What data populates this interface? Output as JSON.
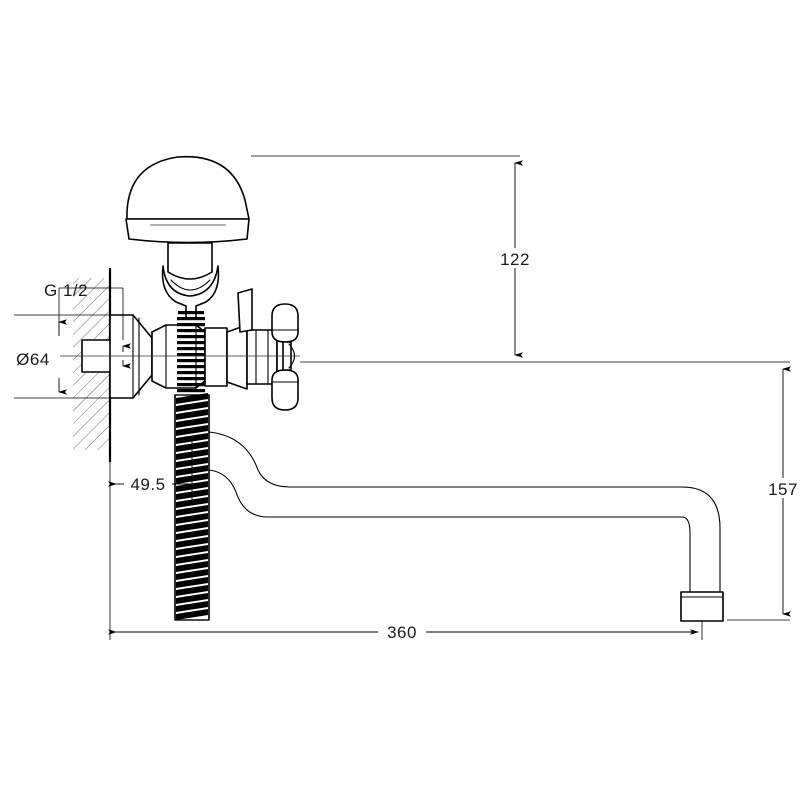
{
  "document": {
    "type": "technical-drawing",
    "subject": "wall-mounted kitchen faucet with flexible spiral hose and swivel spout",
    "background_color": "#ffffff",
    "line_color": "#000000",
    "hatch_color": "#5a5a5a"
  },
  "dimensions": {
    "height_to_cap": {
      "label": "122",
      "orientation": "vertical",
      "description": "distance from spout centerline up to top of dome cap"
    },
    "height_below_center": {
      "label": "157",
      "orientation": "vertical",
      "description": "distance from spout centerline down to spout outlet end"
    },
    "reach": {
      "label": "360",
      "orientation": "horizontal",
      "description": "total horizontal reach from wall face to spout outlet"
    },
    "offset": {
      "label": "49.5",
      "orientation": "horizontal",
      "description": "offset from wall face to hose axis"
    },
    "flange_diameter": {
      "label": "Ø64",
      "orientation": "vertical",
      "description": "diameter of the wall escutcheon flange"
    },
    "thread": {
      "label": "G 1/2",
      "orientation": "leader",
      "description": "inlet pipe thread size callout"
    }
  },
  "parts": [
    {
      "name": "dome-cap",
      "label": "dome cap"
    },
    {
      "name": "neck-collar",
      "label": "neck collar"
    },
    {
      "name": "wall-flange",
      "label": "wall flange"
    },
    {
      "name": "hex-nut",
      "label": "hex nut"
    },
    {
      "name": "valve-body",
      "label": "valve body"
    },
    {
      "name": "cross-handle",
      "label": "cross handle"
    },
    {
      "name": "lever",
      "label": "diverter lever"
    },
    {
      "name": "spiral-hose",
      "label": "spiral hose"
    },
    {
      "name": "swivel-spout",
      "label": "swivel spout"
    },
    {
      "name": "aerator",
      "label": "aerator outlet"
    },
    {
      "name": "wall-section",
      "label": "wall section (hatched)"
    }
  ]
}
